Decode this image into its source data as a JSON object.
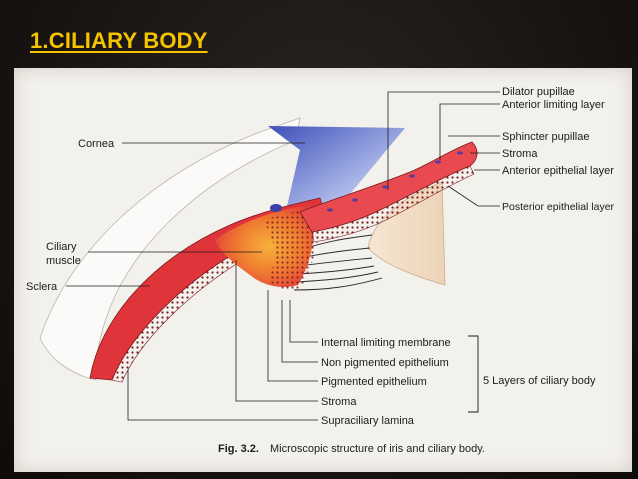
{
  "slide": {
    "title": "1.CILIARY BODY"
  },
  "figure": {
    "caption_number": "Fig. 3.2.",
    "caption_text": "Microscopic structure of iris and ciliary body.",
    "labels_left": {
      "cornea": "Cornea",
      "ciliary_muscle_line1": "Ciliary",
      "ciliary_muscle_line2": "muscle",
      "sclera": "Sclera"
    },
    "labels_right_top": [
      "Dilator pupillae",
      "Anterior limiting layer",
      "Sphincter pupillae",
      "Stroma",
      "Anterior epithelial layer",
      "Posterior epithelial layer"
    ],
    "labels_bottom": [
      "Internal limiting membrane",
      "Non pigmented epithelium",
      "Pigmented epithelium",
      "Stroma",
      "Supraciliary lamina"
    ],
    "bracket_label": "5 Layers of ciliary body",
    "colors": {
      "tissue_red": "#e0343b",
      "tissue_orange": "#f08a2c",
      "cornea_blue": "#4b5fc4",
      "lens_beige": "#f1dcc4"
    }
  }
}
